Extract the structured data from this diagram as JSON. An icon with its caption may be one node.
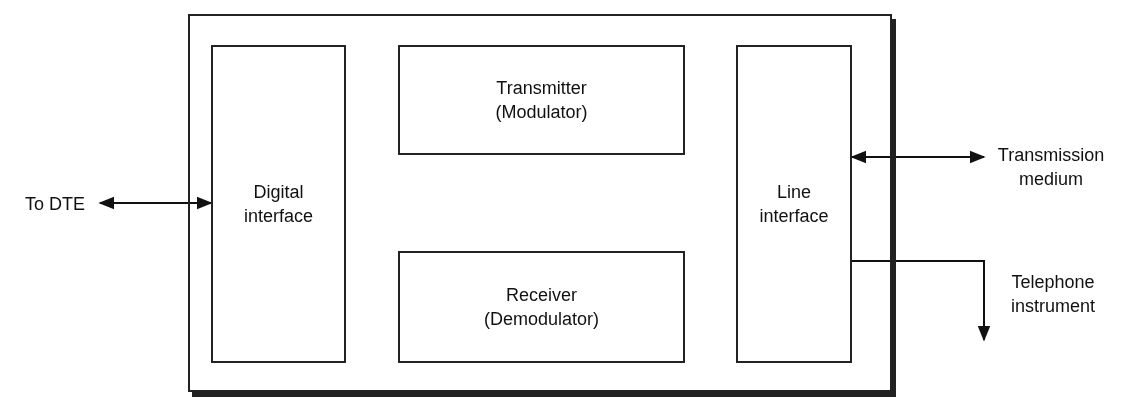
{
  "diagram": {
    "nodes": [
      {
        "text": [],
        "shape": "box"
      },
      {
        "text": [
          "Digital interface"
        ],
        "in": 0
      },
      {
        "text": [
          "Transmitter (Modulator)"
        ],
        "in": 0
      },
      {
        "text": [
          "Line interface"
        ],
        "in": 0
      },
      {
        "text": [
          "Receiver (Demodulator)"
        ],
        "in": 0
      },
      {
        "text": [
          "To DTE"
        ]
      },
      {
        "text": [
          "Transmission medium"
        ]
      },
      {
        "text": [
          "Telephone instrument"
        ]
      }
    ],
    "edges": [
      {
        "from": 5,
        "to": 1,
        "arrow": "both"
      },
      {
        "from": 3,
        "to": 6,
        "arrow": "both"
      },
      {
        "from": 3,
        "to": 7,
        "arrow": "to"
      }
    ]
  }
}
